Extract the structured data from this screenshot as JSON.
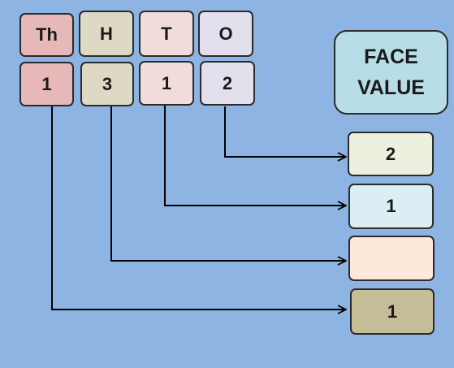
{
  "place_headers": [
    "Th",
    "H",
    "T",
    "O"
  ],
  "digits": [
    "1",
    "3",
    "1",
    "2"
  ],
  "face_value_label": {
    "line1": "FACE",
    "line2": "VALUE"
  },
  "results": [
    "2",
    "1",
    "",
    "1"
  ],
  "colors": {
    "background": "#8db4e2",
    "thousands": "#e6b8b7",
    "hundreds": "#ddd9c4",
    "tens": "#f2dcdb",
    "ones": "#e4dfec",
    "face_value_box": "#b7dee8",
    "result_ones": "#ebf1de",
    "result_tens": "#dbeef4",
    "result_hundreds": "#fde9d9",
    "result_thousands": "#c4bd97",
    "line": "#000000"
  }
}
